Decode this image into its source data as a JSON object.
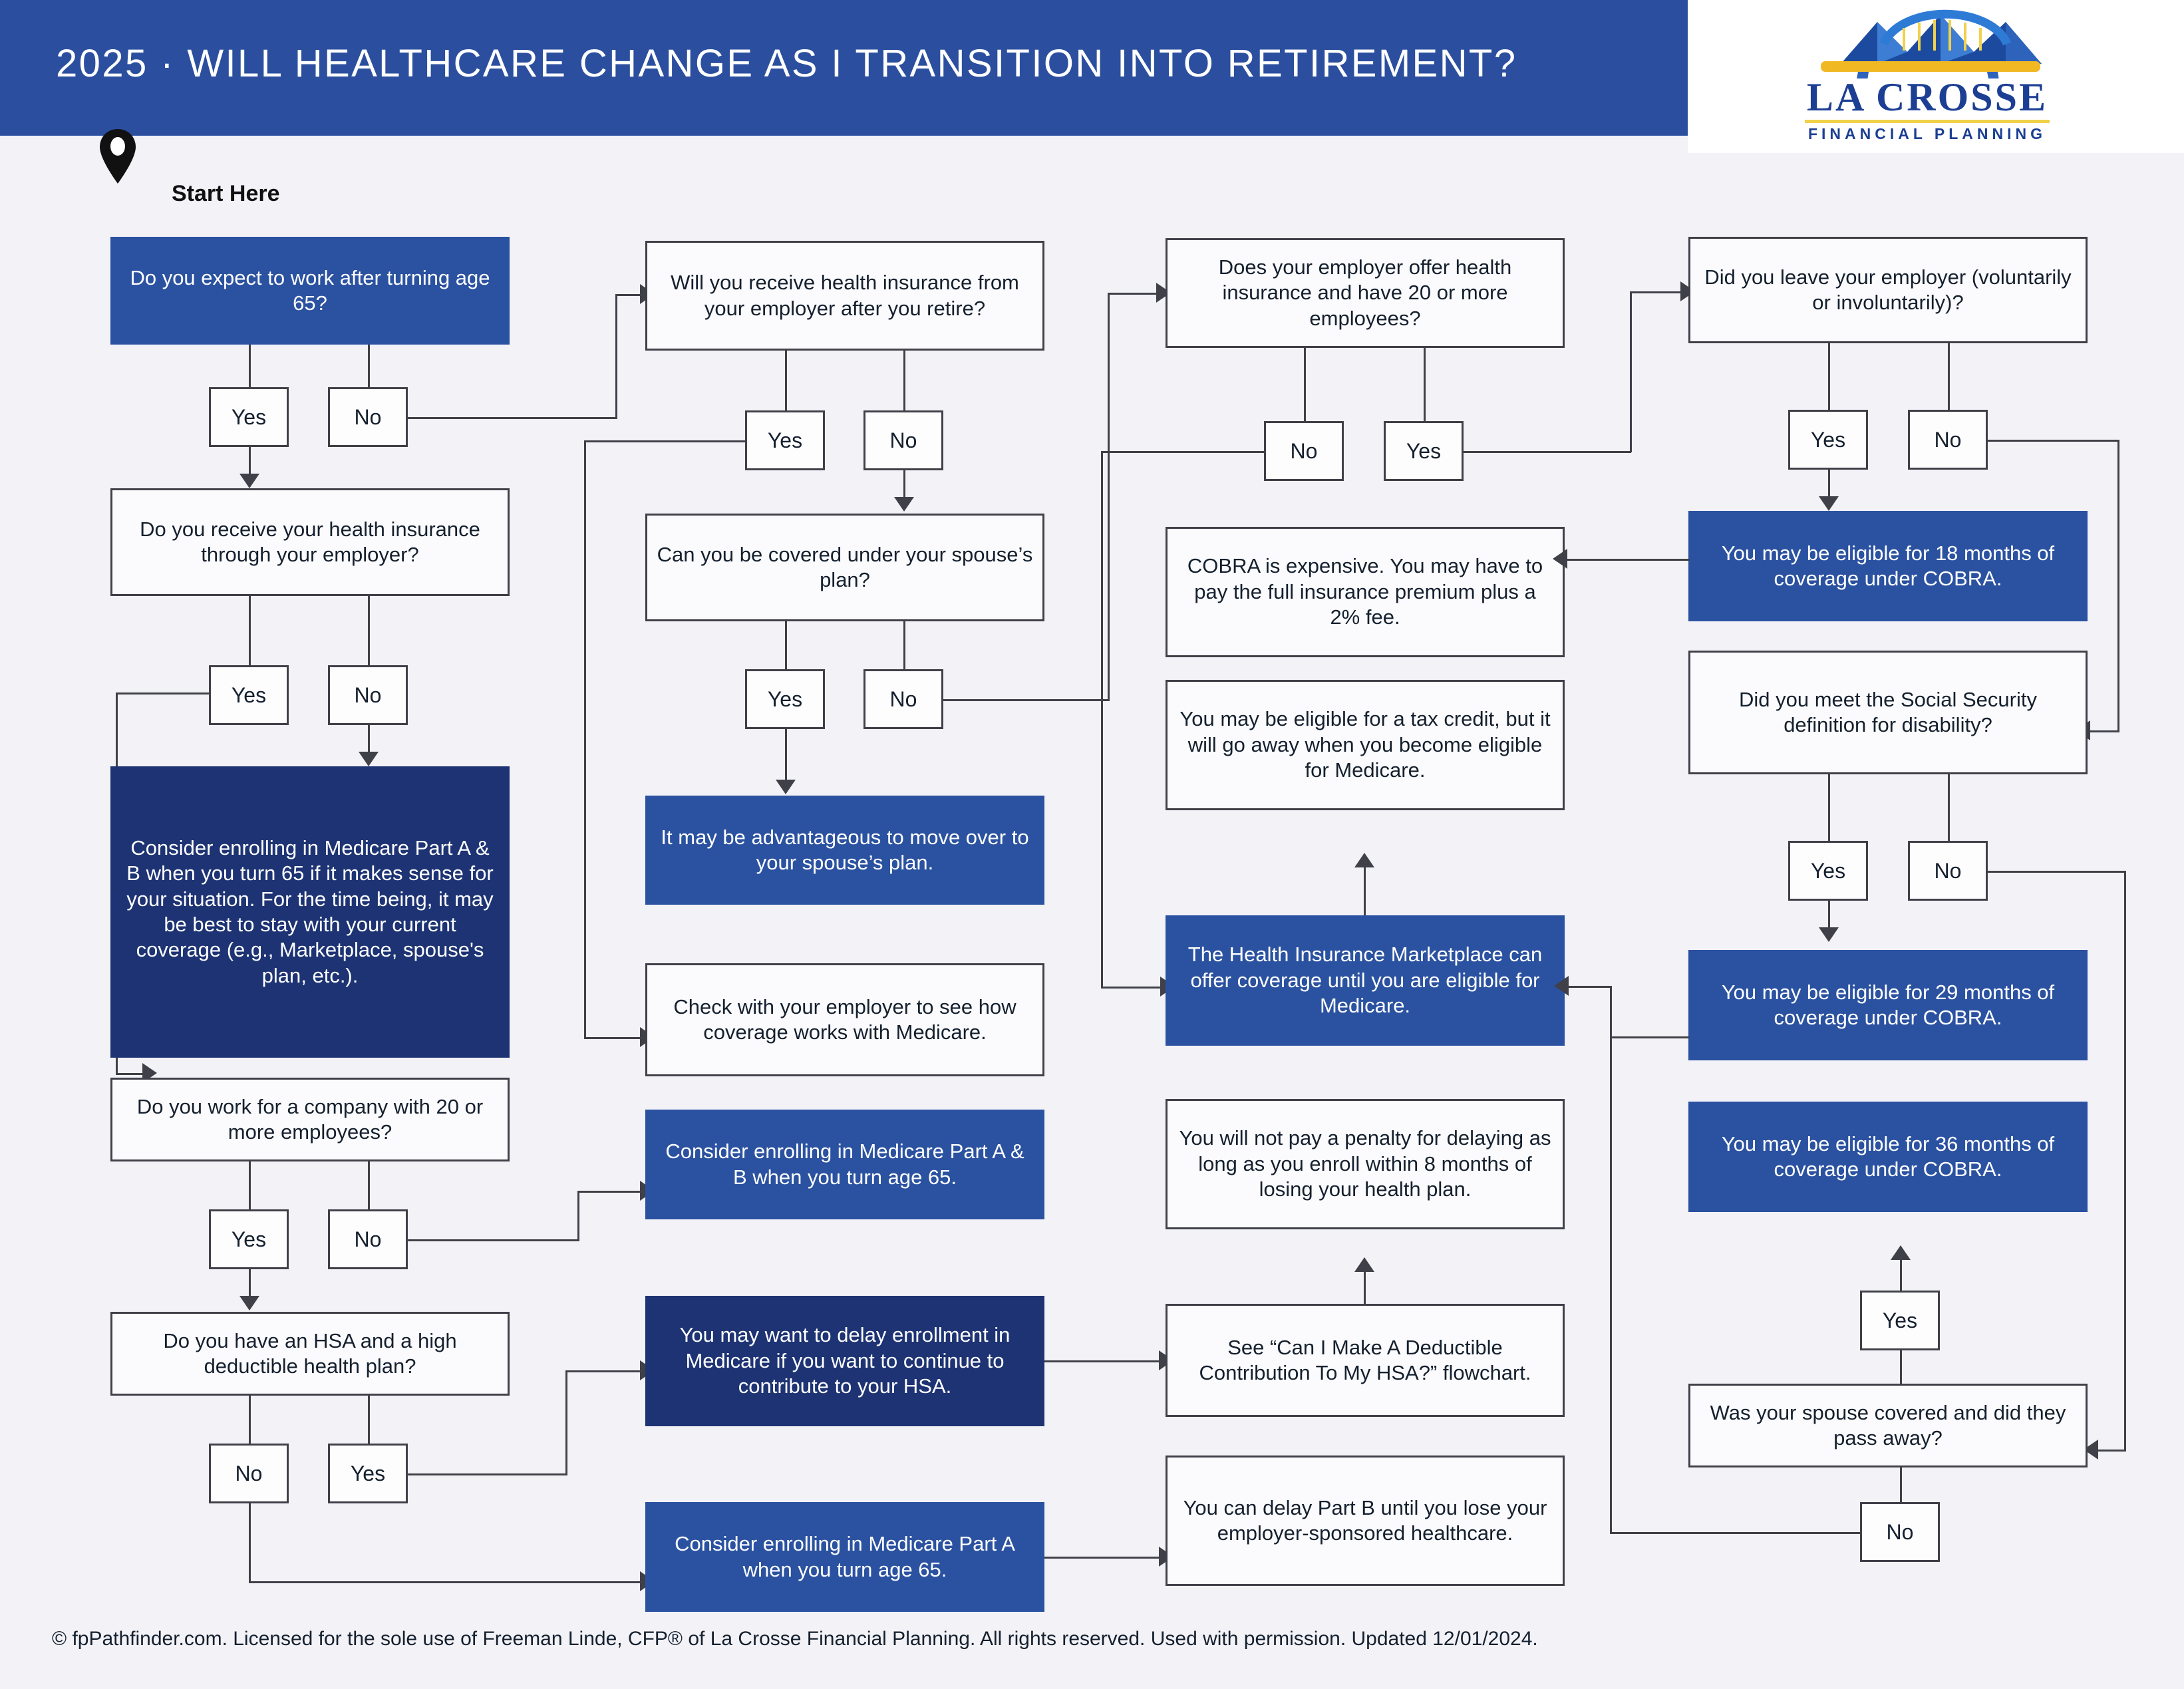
{
  "header": {
    "title": "2025 · WILL HEALTHCARE CHANGE AS I TRANSITION INTO RETIREMENT?",
    "accent_color": "#2b4f9e",
    "logo": {
      "name": "LA CROSSE",
      "subtitle": "FINANCIAL PLANNING",
      "icon": "bridge-mountains-logo"
    }
  },
  "start": {
    "label": "Start Here",
    "icon": "map-pin-icon"
  },
  "colors": {
    "blue_box": "#2b52a0",
    "navy_box": "#1d3373",
    "white_box": "#fbfbfd",
    "border": "#3f4048",
    "page_background": "#f2f2f7",
    "logo_gold": "#f0d24b",
    "logo_blue": "#1c3f94"
  },
  "nodes": {
    "q_work_after_65": "Do you expect to work after turning age 65?",
    "q_insurance_through_employer": "Do you receive your health insurance through your employer?",
    "r_consider_medicare_ab_65": "Consider enrolling in Medicare Part A & B when you turn 65 if it makes sense for your situation. For the time being, it may be best to stay with your current coverage (e.g., Marketplace, spouse's plan, etc.).",
    "q_company_20_employees": "Do you work for a company with 20 or more employees?",
    "q_hsa_hdhp": "Do you have an HSA and a high deductible health plan?",
    "q_insurance_after_retire": "Will you receive health insurance from your employer after you retire?",
    "q_spouse_plan": "Can you be covered under your spouse’s plan?",
    "r_move_to_spouse_plan": "It may be advantageous to move over to your spouse’s plan.",
    "r_check_with_employer": "Check with your employer to see how coverage works with Medicare.",
    "r_consider_medicare_ab_age65": "Consider enrolling in Medicare Part A & B when you turn age 65.",
    "r_delay_enrollment_hsa": "You may want to delay enrollment in Medicare if you want to continue to contribute to your HSA.",
    "r_consider_medicare_a_age65": "Consider enrolling in Medicare Part A when you turn age 65.",
    "q_employer_offers_20_employees": "Does your employer offer health insurance and have 20 or more employees?",
    "r_cobra_expensive": "COBRA is expensive. You may have to pay the full insurance premium plus a 2% fee.",
    "r_tax_credit": "You may be eligible for a tax credit, but it will go away when you become eligible for Medicare.",
    "r_marketplace": "The Health Insurance Marketplace can offer coverage until you are eligible for Medicare.",
    "r_no_penalty_8_months": "You will not pay a penalty for delaying as long as you enroll within 8 months of losing your health plan.",
    "r_see_hsa_flowchart": "See “Can I Make A Deductible Contribution To My HSA?” flowchart.",
    "r_delay_part_b": "You can delay Part B until you lose your employer-sponsored healthcare.",
    "q_left_employer": "Did you leave your employer (voluntarily or involuntarily)?",
    "r_cobra_18_months": "You may be eligible for 18 months of coverage under COBRA.",
    "q_ss_disability": "Did you meet the Social Security definition for disability?",
    "r_cobra_29_months": "You may be eligible for 29 months of coverage under COBRA.",
    "r_cobra_36_months": "You may be eligible for 36 months of coverage under COBRA.",
    "q_spouse_covered_passed": "Was your spouse covered and did they pass away?"
  },
  "branch_labels": {
    "yes": "Yes",
    "no": "No",
    "q_work_after_65_yes": "Yes",
    "q_work_after_65_no": "No",
    "q_insurance_through_employer_yes": "Yes",
    "q_insurance_through_employer_no": "No",
    "q_company_20_employees_yes": "Yes",
    "q_company_20_employees_no": "No",
    "q_hsa_hdhp_no": "No",
    "q_hsa_hdhp_yes": "Yes",
    "q_insurance_after_retire_yes": "Yes",
    "q_insurance_after_retire_no": "No",
    "q_spouse_plan_yes": "Yes",
    "q_spouse_plan_no": "No",
    "q_employer_offers_no": "No",
    "q_employer_offers_yes": "Yes",
    "q_left_employer_yes": "Yes",
    "q_left_employer_no": "No",
    "q_ss_disability_yes": "Yes",
    "q_ss_disability_no": "No",
    "q_spouse_covered_yes": "Yes",
    "q_spouse_covered_no": "No"
  },
  "footer": {
    "text": "© fpPathfinder.com. Licensed for the sole use of Freeman Linde, CFP® of La Crosse Financial Planning. All rights reserved. Used with permission. Updated 12/01/2024."
  }
}
